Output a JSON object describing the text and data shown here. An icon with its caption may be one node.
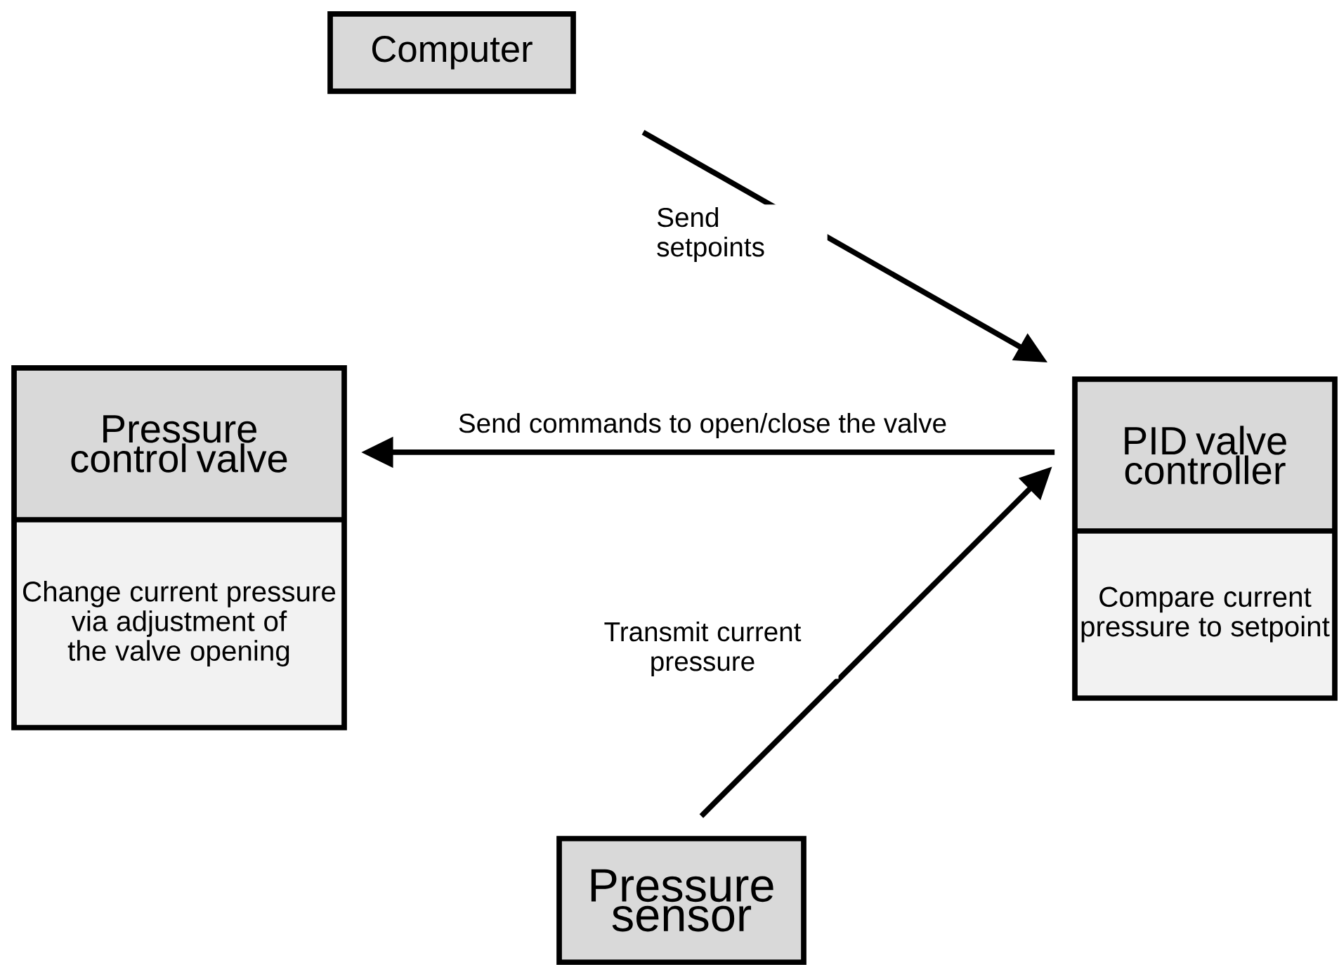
{
  "diagram": {
    "nodes": [
      {
        "text": [
          "Computer"
        ]
      },
      {
        "text": [
          "Pressure control valve",
          "Change current pressure via adjustment of the valve opening"
        ]
      },
      {
        "text": [
          "PID valve controller",
          "Compare current pressure to setpoint"
        ]
      },
      {
        "text": [
          "Pressure sensor"
        ]
      }
    ],
    "edges": [
      {
        "from": 0,
        "to": 2,
        "arrow": "to",
        "label": "Send setpoints"
      },
      {
        "from": 2,
        "to": 1,
        "arrow": "to",
        "label": "Send commands to open/close the valve"
      },
      {
        "from": 3,
        "to": 2,
        "arrow": "to",
        "label": "Transmit current pressure"
      }
    ]
  }
}
